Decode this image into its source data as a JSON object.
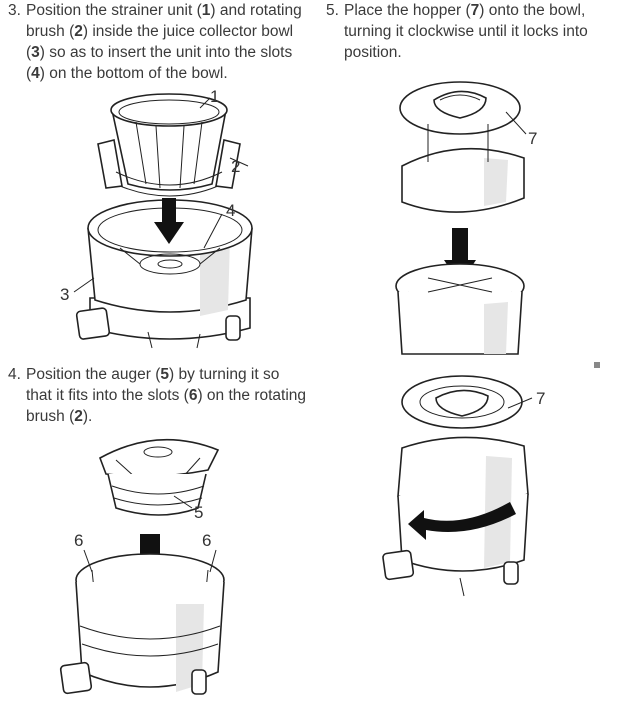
{
  "steps": [
    {
      "number": "3.",
      "parts": [
        {
          "t": "Position the strainer unit ("
        },
        {
          "t": "1",
          "b": true
        },
        {
          "t": ") and rotating brush ("
        },
        {
          "t": "2",
          "b": true
        },
        {
          "t": ") inside the juice collector bowl ("
        },
        {
          "t": "3",
          "b": true
        },
        {
          "t": ") so as to insert the unit into the slots ("
        },
        {
          "t": "4",
          "b": true
        },
        {
          "t": ") on the bottom of the bowl."
        }
      ]
    },
    {
      "number": "5.",
      "parts": [
        {
          "t": "Place the hopper ("
        },
        {
          "t": "7",
          "b": true
        },
        {
          "t": ") onto the bowl, turning it clockwise until it locks into position."
        }
      ]
    },
    {
      "number": "4.",
      "parts": [
        {
          "t": "Position the auger ("
        },
        {
          "t": "5",
          "b": true
        },
        {
          "t": ") by turning it so that it fits into the slots ("
        },
        {
          "t": "6",
          "b": true
        },
        {
          "t": ") on the rotating brush ("
        },
        {
          "t": "2",
          "b": true
        },
        {
          "t": ")."
        }
      ]
    }
  ],
  "callouts": {
    "c1": "1",
    "c2": "2",
    "c3": "3",
    "c4": "4",
    "c5": "5",
    "c6a": "6",
    "c6b": "6",
    "c7a": "7",
    "c7b": "7"
  },
  "colors": {
    "line": "#222222",
    "shade": "#e6e6e6",
    "text": "#3a3a3a"
  }
}
